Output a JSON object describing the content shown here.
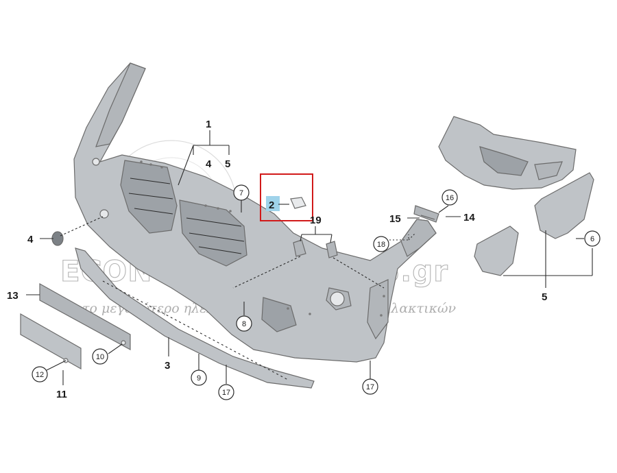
{
  "watermark": {
    "brand": "ECONOMYCARPARTS.gr",
    "tagline": "το μεγαλύτερο ηλεκτρονικό κατάστημα ανταλλακτικών"
  },
  "callouts": {
    "c1": "1",
    "c2": "2",
    "c3": "3",
    "c4a": "4",
    "c4b": "4",
    "c5a": "5",
    "c5b": "5",
    "c6": "6",
    "c7": "7",
    "c8": "8",
    "c9": "9",
    "c10": "10",
    "c11": "11",
    "c12": "12",
    "c13": "13",
    "c14": "14",
    "c15": "15",
    "c16": "16",
    "c17a": "17",
    "c17b": "17",
    "c18": "18",
    "c19": "19"
  },
  "highlight": {
    "part_number": "2",
    "color": "#d11919"
  }
}
